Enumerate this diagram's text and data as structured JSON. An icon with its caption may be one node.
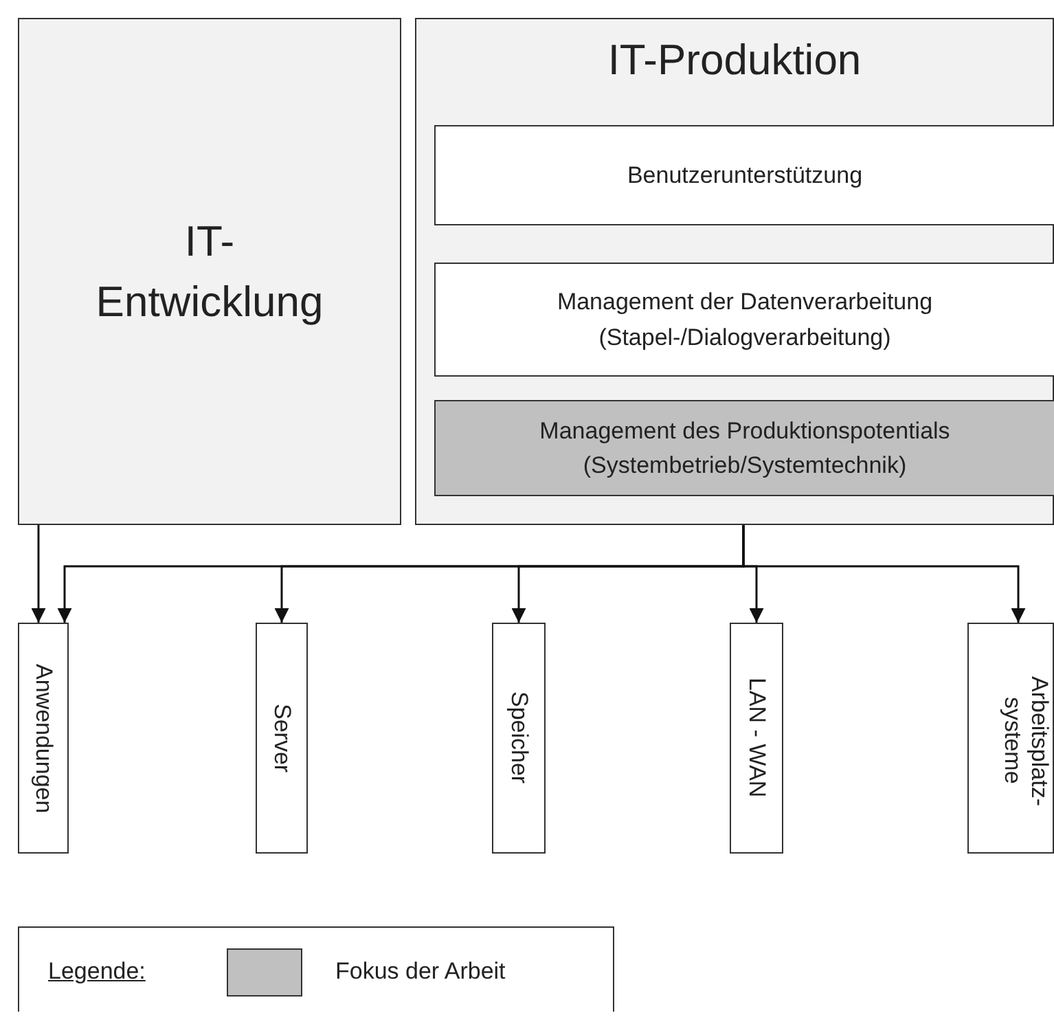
{
  "diagram": {
    "nodes": [
      {
        "text": [
          "IT- Entwicklung"
        ]
      },
      {
        "text": [
          "IT-Produktion"
        ]
      },
      {
        "text": [
          "Benutzerunterstützung"
        ],
        "in": 1
      },
      {
        "text": [
          "Management der Datenverarbeitung (Stapel-/Dialogverarbeitung)"
        ],
        "in": 1
      },
      {
        "text": [
          "Management des Produktionspotentials (Systembetrieb/Systemtechnik)"
        ],
        "in": 1
      },
      {
        "text": [
          "Anwendungen"
        ]
      },
      {
        "text": [
          "Server"
        ]
      },
      {
        "text": [
          "Speicher"
        ]
      },
      {
        "text": [
          "LAN - WAN"
        ]
      },
      {
        "text": [
          "Arbeitsplatz- systeme"
        ]
      }
    ],
    "edges": [
      {
        "from": 0,
        "to": 5,
        "arrow": "to"
      },
      {
        "from": 1,
        "to": 5,
        "arrow": "to"
      },
      {
        "from": 1,
        "to": 6,
        "arrow": "to"
      },
      {
        "from": 1,
        "to": 7,
        "arrow": "to"
      },
      {
        "from": 1,
        "to": 8,
        "arrow": "to"
      },
      {
        "from": 1,
        "to": 9,
        "arrow": "to"
      }
    ],
    "labels": [
      "Legende:"
    ],
    "legend": [
      {
        "text": "Fokus der Arbeit",
        "color": "#c0c0c0"
      }
    ]
  }
}
